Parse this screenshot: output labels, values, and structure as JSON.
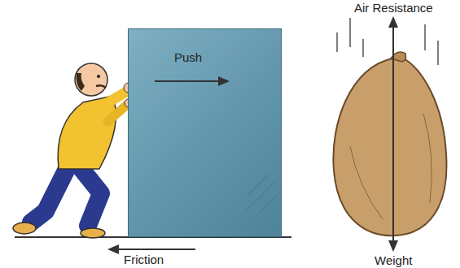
{
  "diagram": {
    "nodes": [
      {
        "text": [
          "Push"
        ]
      }
    ],
    "labels": [
      "Friction",
      "Air Resistance",
      "Weight"
    ]
  }
}
